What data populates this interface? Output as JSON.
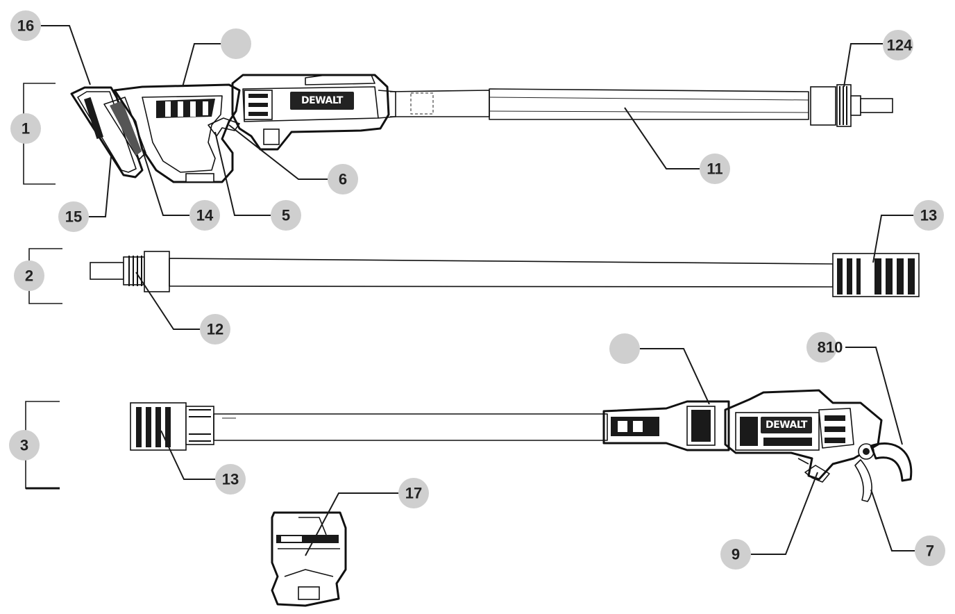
{
  "brand": "DEWALT",
  "groups": [
    {
      "id": "group-1",
      "label": "1"
    },
    {
      "id": "group-2",
      "label": "2"
    },
    {
      "id": "group-3",
      "label": "3"
    }
  ],
  "callouts": [
    {
      "id": "16",
      "label": "16"
    },
    {
      "id": "blank-top",
      "label": ""
    },
    {
      "id": "124",
      "label": "124"
    },
    {
      "id": "6",
      "label": "6"
    },
    {
      "id": "11",
      "label": "11"
    },
    {
      "id": "15",
      "label": "15"
    },
    {
      "id": "14",
      "label": "14"
    },
    {
      "id": "5",
      "label": "5"
    },
    {
      "id": "13a",
      "label": "13"
    },
    {
      "id": "12",
      "label": "12"
    },
    {
      "id": "blank-bottom",
      "label": ""
    },
    {
      "id": "810",
      "label": "810"
    },
    {
      "id": "13b",
      "label": "13"
    },
    {
      "id": "17",
      "label": "17"
    },
    {
      "id": "9",
      "label": "9"
    },
    {
      "id": "7",
      "label": "7"
    }
  ]
}
